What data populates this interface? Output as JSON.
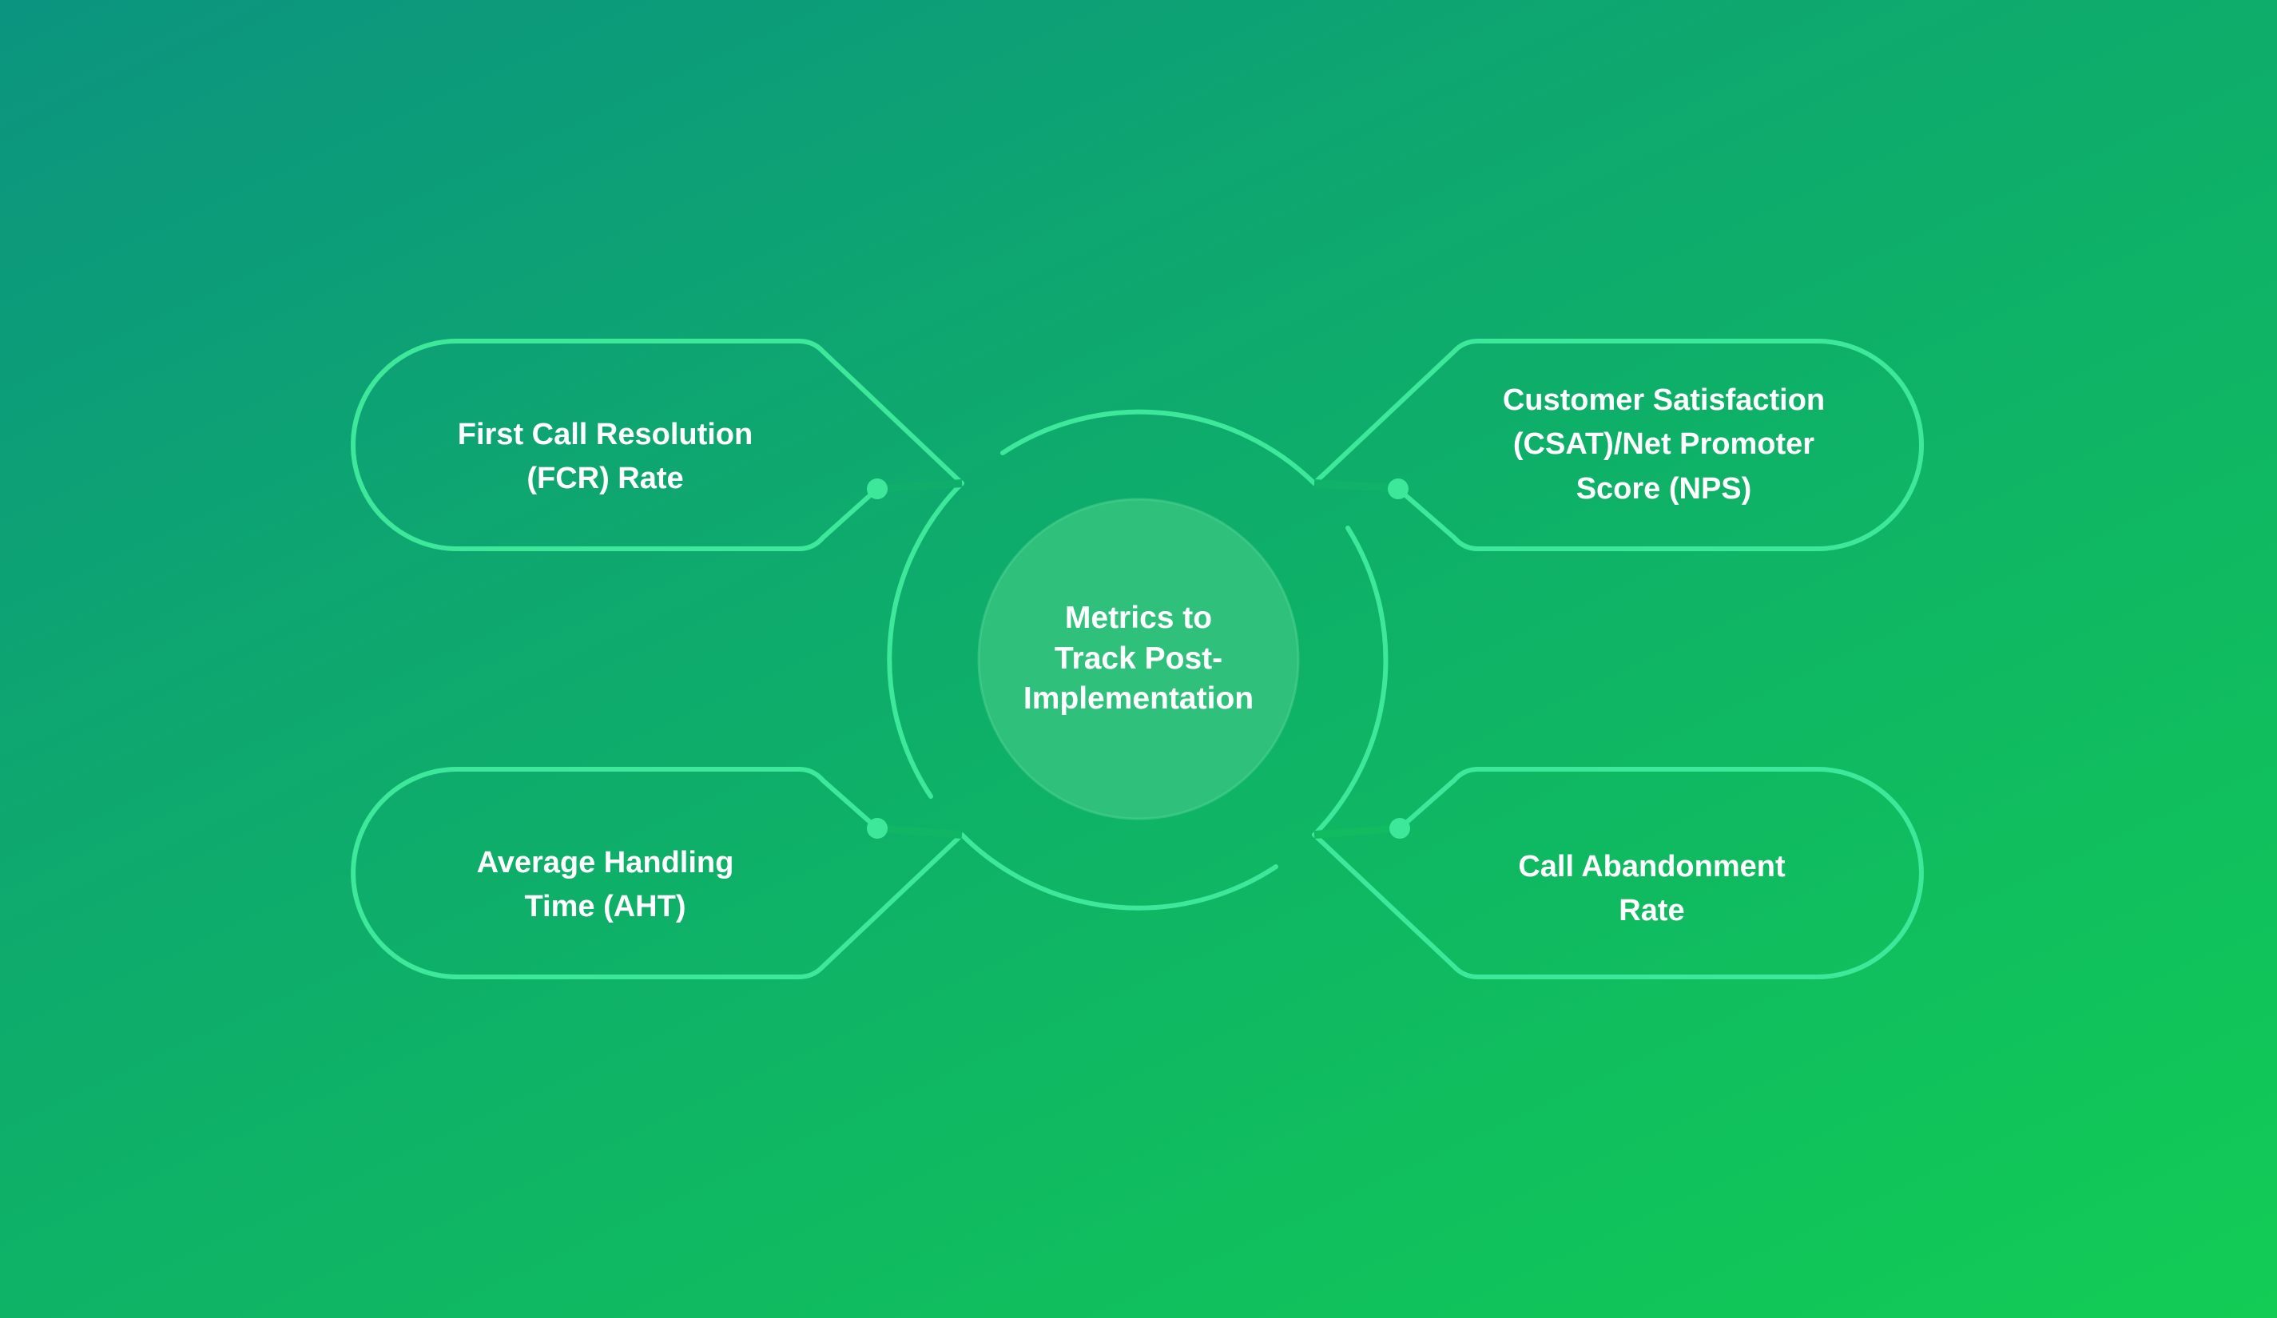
{
  "diagram": {
    "center": "Metrics to\nTrack Post-\nImplementation",
    "metrics": [
      {
        "id": "fcr",
        "label": "First Call Resolution\n(FCR) Rate"
      },
      {
        "id": "csat",
        "label": "Customer Satisfaction\n(CSAT)/Net Promoter\nScore (NPS)"
      },
      {
        "id": "aht",
        "label": "Average Handling\nTime (AHT)"
      },
      {
        "id": "abandon",
        "label": "Call Abandonment\nRate"
      }
    ]
  },
  "colors": {
    "stroke": "#3ee89a",
    "dot": "#3ee89a",
    "center_fill": "#2fc07c",
    "text": "#ffffff"
  }
}
